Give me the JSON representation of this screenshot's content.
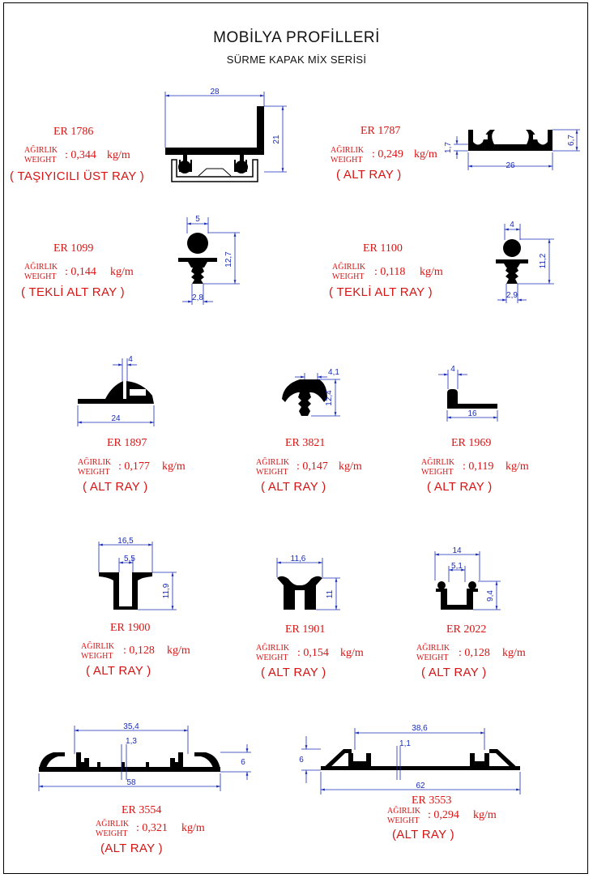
{
  "header": {
    "title": "MOBİLYA PROFİLLERİ",
    "subtitle": "SÜRME KAPAK MİX SERİSİ"
  },
  "labels": {
    "weight_tr": "AĞIRLIK",
    "weight_en": "WEIGHT",
    "unit": "kg/m"
  },
  "products": [
    {
      "code": "ER 1786",
      "weight": ": 0,344",
      "name": "( TAŞIYICILI ÜST RAY )",
      "dims": [
        "28",
        "21"
      ]
    },
    {
      "code": "ER 1787",
      "weight": ": 0,249",
      "name": "( ALT RAY )",
      "dims": [
        "1,7",
        "6,7",
        "26"
      ]
    },
    {
      "code": "ER 1099",
      "weight": ": 0,144",
      "name": "( TEKLİ ALT RAY )",
      "dims": [
        "5",
        "12,7",
        "2,8"
      ]
    },
    {
      "code": "ER 1100",
      "weight": ": 0,118",
      "name": "( TEKLİ ALT RAY )",
      "dims": [
        "4",
        "11,2",
        "2,9"
      ]
    },
    {
      "code": "ER 1897",
      "weight": ": 0,177",
      "name": "( ALT RAY )",
      "dims": [
        "4",
        "24"
      ]
    },
    {
      "code": "ER 3821",
      "weight": ": 0,147",
      "name": "( ALT RAY )",
      "dims": [
        "4,1",
        "12,4"
      ]
    },
    {
      "code": "ER 1969",
      "weight": ": 0,119",
      "name": "( ALT RAY )",
      "dims": [
        "4",
        "16"
      ]
    },
    {
      "code": "ER 1900",
      "weight": ": 0,128",
      "name": "( ALT RAY )",
      "dims": [
        "16,5",
        "5,5",
        "11,9"
      ]
    },
    {
      "code": "ER 1901",
      "weight": ": 0,154",
      "name": "( ALT RAY )",
      "dims": [
        "11,6",
        "11"
      ]
    },
    {
      "code": "ER 2022",
      "weight": ": 0,128",
      "name": "( ALT RAY )",
      "dims": [
        "14",
        "5,1",
        "9,4"
      ]
    },
    {
      "code": "ER 3554",
      "weight": ": 0,321",
      "name": "(ALT  RAY )",
      "dims": [
        "35,4",
        "1,3",
        "6",
        "58"
      ]
    },
    {
      "code": "ER 3553",
      "weight": ": 0,294",
      "name": "(ALT RAY )",
      "dims": [
        "38,6",
        "1,1",
        "6",
        "62"
      ]
    }
  ]
}
